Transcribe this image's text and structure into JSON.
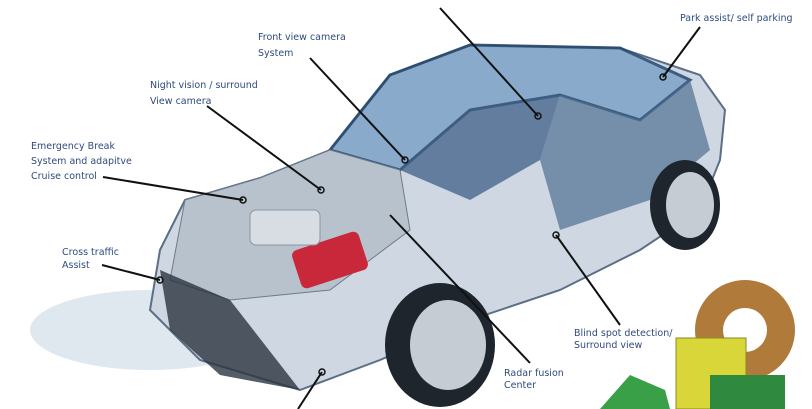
{
  "labels": {
    "front_camera": [
      "Front view camera",
      "System"
    ],
    "night_vision": [
      "Night vision / surround",
      "View camera"
    ],
    "emergency_brake": [
      "Emergency Break",
      "System and adapitve",
      "Cruise control"
    ],
    "cross_traffic": [
      "Cross traffic",
      "Assist"
    ],
    "park_assist": [
      "Park assist/ self parking"
    ],
    "blind_spot": [
      "Blind spot detection/",
      "Surround view"
    ],
    "radar_fusion": [
      "Radar fusion",
      "Center"
    ]
  },
  "colors": {
    "label_text": "#2f4b7c",
    "leader_line": "#111111",
    "car_body": "#3d6ea8"
  }
}
